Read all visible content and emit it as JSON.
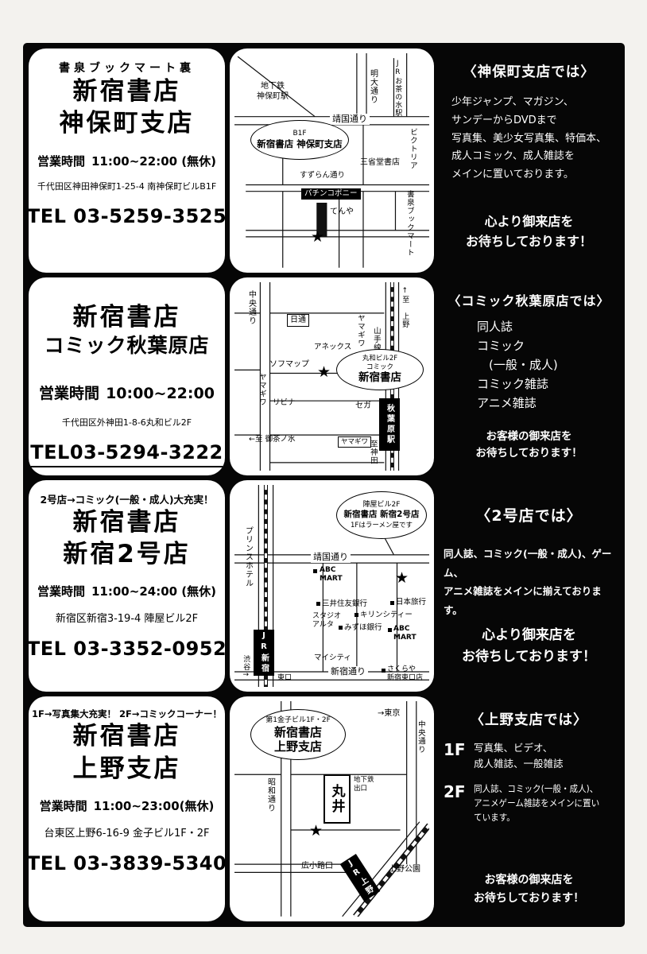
{
  "page": {
    "bg": "#f3f2ee",
    "board_bg": "#060606"
  },
  "stores": [
    {
      "tagline": "書泉ブックマート裏",
      "name_line1": "新宿書店",
      "name_line2": "神保町支店",
      "hours_label": "営業時間",
      "hours": "11:00~22:00 (無休)",
      "address": "千代田区神田神保町1-25-4 南神保町ビルB1F",
      "tel": "TEL 03-5259-3525"
    },
    {
      "tagline": "",
      "name_line1": "新宿書店",
      "name_line2": "コミック秋葉原店",
      "hours_label": "営業時間",
      "hours": "10:00~22:00",
      "address": "千代田区外神田1-8-6丸和ビル2F",
      "tel": "TEL03-5294-3222"
    },
    {
      "tagline": "2号店→コミック(一般・成人)大充実！",
      "name_line1": "新宿書店",
      "name_line2": "新宿2号店",
      "hours_label": "営業時間",
      "hours": "11:00~24:00 (無休)",
      "address": "新宿区新宿3-19-4 陣屋ビル2F",
      "tel": "TEL 03-3352-0952"
    },
    {
      "tagline": "1F→写真集大充実！ 2F→コミックコーナー！",
      "name_line1": "新宿書店",
      "name_line2": "上野支店",
      "hours_label": "営業時間",
      "hours": "11:00~23:00(無休)",
      "address": "台東区上野6-16-9 金子ビル1F・2F",
      "tel": "TEL 03-3839-5340"
    }
  ],
  "promos": [
    {
      "title": "〈神保町支店では〉",
      "body": "少年ジャンプ、マガジン、\nサンデーからDVDまで\n写真集、美少女写真集、特価本、\n成人コミック、成人雑誌を\nメインに置いております。",
      "cta": "心より御来店を\nお待ちしております！"
    },
    {
      "title": "〈コミック秋葉原店では〉",
      "body": "同人誌\nコミック\n　(一般・成人)\nコミック雑誌\nアニメ雑誌",
      "cta": "お客様の御来店を\nお待ちしております！"
    },
    {
      "title": "〈2号店では〉",
      "body": "同人誌、コミック(一般・成人)、ゲーム、\nアニメ雑誌をメインに揃えております。",
      "cta": "心より御来店を\nお待ちしております！"
    },
    {
      "title": "〈上野支店では〉",
      "floor1_label": "1F",
      "floor1_text": "写真集、ビデオ、\n成人雑誌、一般雑誌",
      "floor2_label": "2F",
      "floor2_text": "同人誌、コミック(一般・成人)、\nアニメゲーム雑誌をメインに置いています。",
      "cta": "お客様の御来店を\nお待ちしております！"
    }
  ],
  "maps": [
    {
      "oval_top": "B1F",
      "oval_main": "新宿書店 神保町支店",
      "star": "★",
      "labels": {
        "subway": "地下鉄\n神保町駅",
        "yasukuni": "靖国通り",
        "meidai": "明大通り",
        "ochanomizu": "JRお茶の水駅",
        "victoria": "ビクトリア",
        "sanseido": "三省堂書店",
        "suzuran": "すずらん通り",
        "pachinko": "パチンコポニー",
        "tenya": "てんや",
        "shosen": "書泉ブックマート"
      }
    },
    {
      "oval_top": "丸和ビル2F\nコミック",
      "oval_main": "新宿書店",
      "star": "★",
      "labels": {
        "chuo": "中央通り",
        "to_ueno": "↑至 上野",
        "nittsu": "日通",
        "yamagiwa_n": "ヤマギワ",
        "yamanote": "山手線",
        "annex": "アネックス",
        "sofmap": "ソフマップ",
        "yamagiwa_w": "ヤマギワ",
        "livina": "リビナ",
        "sega": "セガ",
        "station": "秋葉原駅",
        "to_ochanomizu": "←至 御茶ノ水",
        "to_kanda": "至神田",
        "yamagiwa_s": "ヤマギワ"
      }
    },
    {
      "oval_top": "陣屋ビル2F",
      "oval_main": "新宿書店 新宿2号店",
      "oval_sub": "1Fはラーメン屋です",
      "star": "★",
      "labels": {
        "prince": "プリンスホテル",
        "yasukuni": "靖国通り",
        "abc1": "ABC\nMART",
        "nihon_ryoko": "日本旅行",
        "mitsui": "三井住友銀行",
        "alta": "スタジオ\nアルタ",
        "mizuho": "みずほ銀行",
        "kirin": "キリンシティー",
        "abc2": "ABC\nMART",
        "mycity": "マイシティ",
        "shinjuku_dori": "新宿通り",
        "sakuraya": "さくらや\n新宿東口店",
        "jr": "JR新宿",
        "shibuya": "渋谷→",
        "east_exit": "東口"
      }
    },
    {
      "oval_top": "第1金子ビル1F・2F",
      "oval_main": "新宿書店\n上野支店",
      "star": "★",
      "labels": {
        "to_tokyo": "→東京",
        "chuo": "中央通り",
        "marui": "丸井",
        "subway_exit": "地下鉄\n出口",
        "showa": "昭和通り",
        "hirokoji": "広小路口",
        "jr": "JR上野",
        "ueno_park": "上野公園"
      }
    }
  ]
}
